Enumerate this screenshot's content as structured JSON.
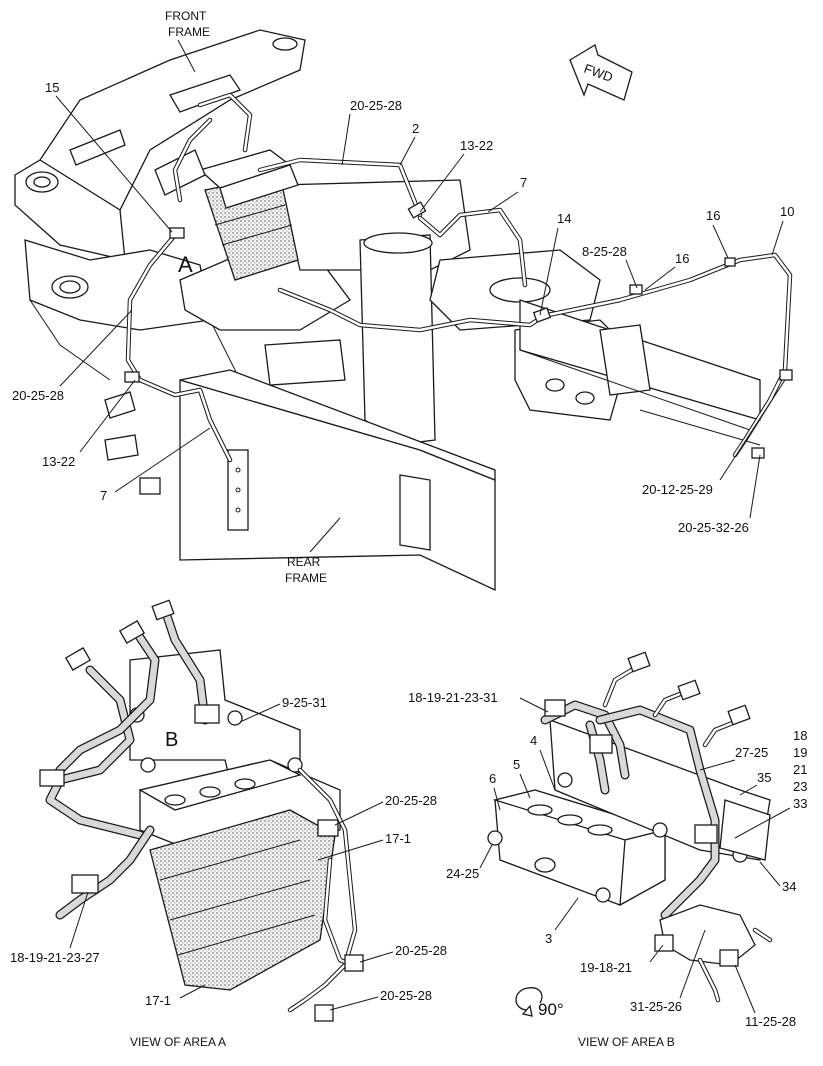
{
  "labels": {
    "front_frame": [
      "FRONT",
      "FRAME"
    ],
    "rear_frame": [
      "REAR",
      "FRAME"
    ],
    "fwd": "FWD",
    "area_a": "A",
    "area_b": "B",
    "rotate": "90°"
  },
  "callouts_main": {
    "c15": "15",
    "c20_25_28_top": "20-25-28",
    "c2": "2",
    "c13_22_top": "13-22",
    "c7_top": "7",
    "c14": "14",
    "c8_25_28": "8-25-28",
    "c16_a": "16",
    "c16_b": "16",
    "c10": "10",
    "c20_25_28_left": "20-25-28",
    "c13_22_left": "13-22",
    "c7_left": "7",
    "c20_12_25_29": "20-12-25-29",
    "c20_25_32_26": "20-25-32-26"
  },
  "callouts_area_a": {
    "c9_25_31": "9-25-31",
    "c20_25_28_a": "20-25-28",
    "c17_1_a": "17-1",
    "c18_19_21_23_27": "18-19-21-23-27",
    "c20_25_28_b": "20-25-28",
    "c17_1_b": "17-1",
    "c20_25_28_c": "20-25-28"
  },
  "callouts_area_b": {
    "c18_19_21_23_31": "18-19-21-23-31",
    "c4": "4",
    "c5": "5",
    "c6": "6",
    "c18": "18",
    "c19": "19",
    "c21": "21",
    "c23": "23",
    "c33": "33",
    "c27_25": "27-25",
    "c35": "35",
    "c24_25": "24-25",
    "c34": "34",
    "c3": "3",
    "c19_18_21": "19-18-21",
    "c31_25_26": "31-25-26",
    "c11_25_28": "11-25-28"
  },
  "captions": {
    "view_a": "VIEW OF AREA  A",
    "view_b": "VIEW OF AREA B"
  }
}
